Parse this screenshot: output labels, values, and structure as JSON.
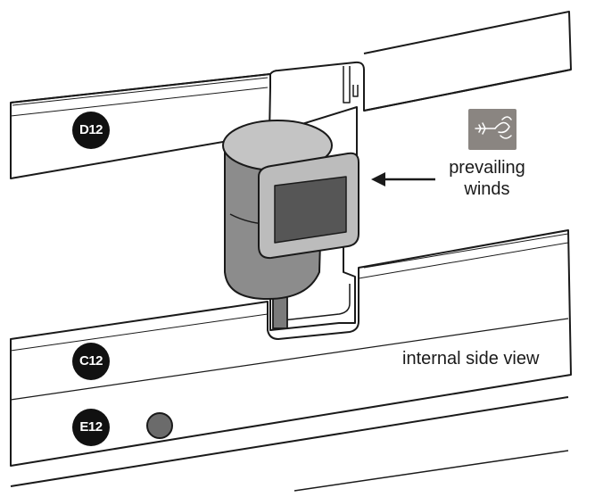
{
  "labels": {
    "wind_line_1": "prevailing",
    "wind_line_2": "winds",
    "side_view": "internal side view"
  },
  "badges": {
    "d12": "D12",
    "c12": "C12",
    "e12": "E12"
  },
  "icons": {
    "wind_symbol": "weather-vane-icon",
    "arrow": "arrow-left-icon"
  },
  "colors": {
    "sensor_body": "#8c8c8c",
    "sensor_top": "#c4c4c4",
    "display_frame": "#bcbcbc",
    "display_screen": "#565656",
    "badge_fill": "#111111",
    "knob": "#6b6b6b"
  }
}
